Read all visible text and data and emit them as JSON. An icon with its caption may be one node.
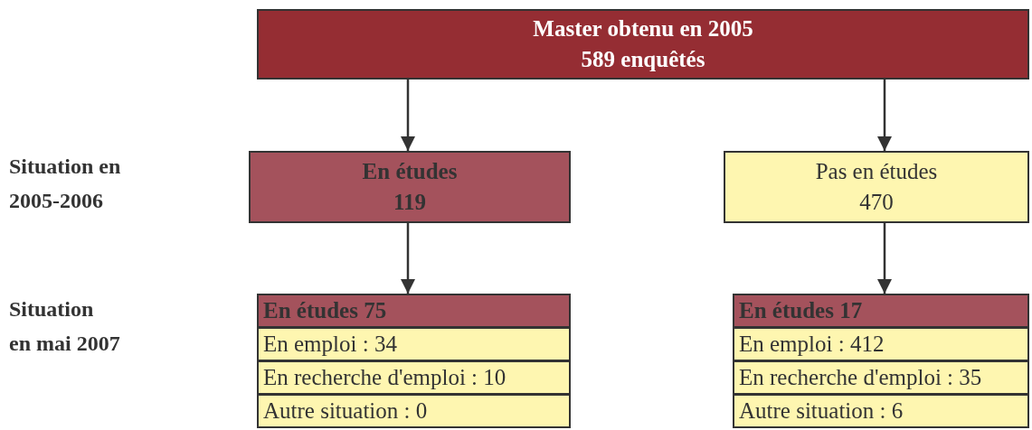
{
  "diagram": {
    "nodes": [
      {
        "text": [
          "Master obtenu en 2005",
          "589 enquêtés"
        ]
      },
      {
        "text": [
          "En études",
          "119"
        ]
      },
      {
        "text": [
          "Pas en études",
          "470"
        ]
      },
      {
        "text": [],
        "shape": "box"
      },
      {
        "text": [
          "En études 75"
        ],
        "in": 3
      },
      {
        "text": [
          "En emploi : 34"
        ],
        "in": 3
      },
      {
        "text": [
          "En recherche d'emploi : 10"
        ],
        "in": 3
      },
      {
        "text": [
          "Autre situation : 0"
        ],
        "in": 3
      },
      {
        "text": [],
        "shape": "box"
      },
      {
        "text": [
          "En études 17"
        ],
        "in": 8
      },
      {
        "text": [
          "En emploi : 412"
        ],
        "in": 8
      },
      {
        "text": [
          "En recherche d'emploi : 35"
        ],
        "in": 8
      },
      {
        "text": [
          "Autre situation : 6"
        ],
        "in": 8
      }
    ],
    "edges": [
      {
        "from": 0,
        "to": 1,
        "arrow": "to"
      },
      {
        "from": 0,
        "to": 2,
        "arrow": "to"
      },
      {
        "from": 1,
        "to": 3,
        "arrow": "to"
      },
      {
        "from": 2,
        "to": 8,
        "arrow": "to"
      }
    ],
    "labels": [
      "Situation en 2005-2006",
      "Situation en mai 2007"
    ]
  }
}
